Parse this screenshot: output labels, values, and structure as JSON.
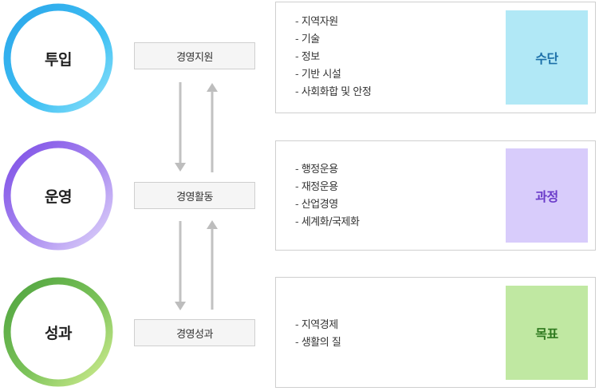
{
  "stages": [
    {
      "circle_label": "투입",
      "box_label": "경영지원",
      "items": [
        "지역자원",
        "기술",
        "정보",
        "기반 시설",
        "사회화합 및 안정"
      ],
      "tag": "수단",
      "colors": {
        "ring_start": "#2aa5ea",
        "ring_end": "#7fdcf8",
        "tag_bg": "#b1e8f6",
        "tag_text": "#1b6fa8"
      }
    },
    {
      "circle_label": "운영",
      "box_label": "경영활동",
      "items": [
        "행정운용",
        "재정운용",
        "산업경영",
        "세계화/국제화"
      ],
      "tag": "과정",
      "colors": {
        "ring_start": "#8a5ce8",
        "ring_end": "#d4c6f7",
        "tag_bg": "#d8ccfb",
        "tag_text": "#6a3bc9"
      }
    },
    {
      "circle_label": "성과",
      "box_label": "경영성과",
      "items": [
        "지역경제",
        "생활의 질"
      ],
      "tag": "목표",
      "colors": {
        "ring_start": "#5aab48",
        "ring_end": "#cbe98c",
        "tag_bg": "#c0e8a2",
        "tag_text": "#2f7a1f"
      }
    }
  ]
}
